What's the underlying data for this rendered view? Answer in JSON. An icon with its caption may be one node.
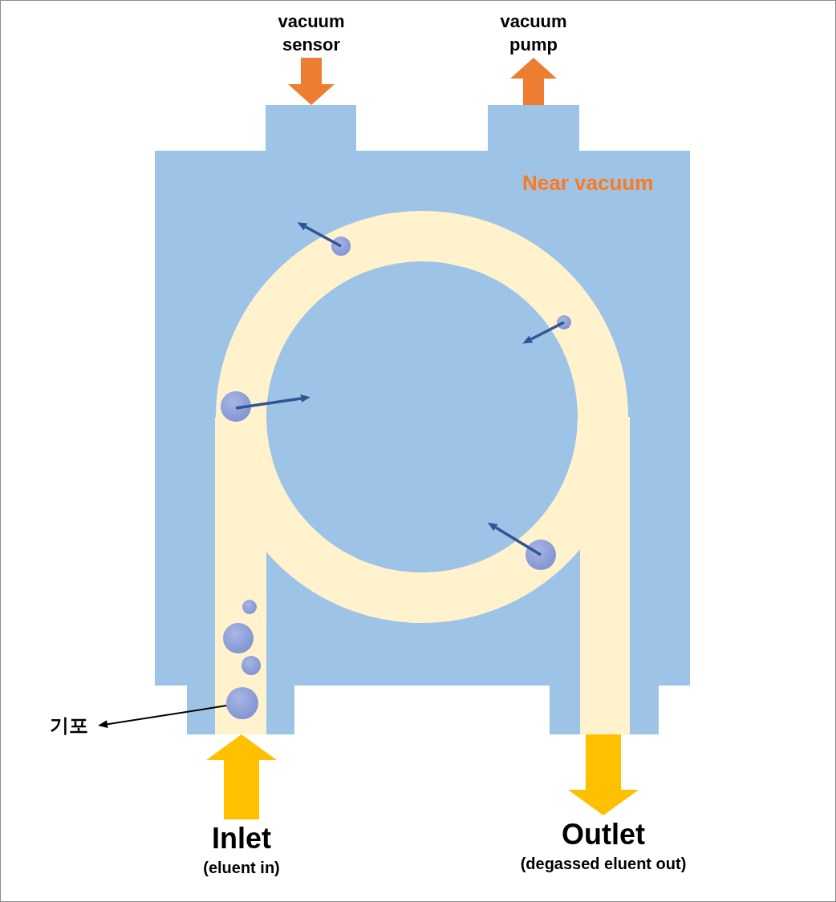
{
  "diagram": {
    "nodes": [
      {
        "text": [
          "vacuum sensor"
        ]
      },
      {
        "text": [
          "vacuum pump"
        ]
      },
      {
        "text": [
          "Near vacuum"
        ]
      },
      {
        "text": [],
        "shape": "circle",
        "in": 2
      },
      {
        "text": [],
        "shape": "circle",
        "in": 2
      },
      {
        "text": [],
        "shape": "circle",
        "in": 2
      },
      {
        "text": [],
        "shape": "circle",
        "in": 2
      },
      {
        "text": [],
        "shape": "circle",
        "in": 2
      },
      {
        "text": [],
        "shape": "circle",
        "in": 2
      },
      {
        "text": [],
        "shape": "circle",
        "in": 2
      },
      {
        "text": [],
        "shape": "circle",
        "in": 2
      },
      {
        "text": [
          "기포"
        ]
      },
      {
        "text": [
          "Inlet",
          "(eluent in)"
        ]
      },
      {
        "text": [
          "Outlet",
          "(degassed eluent out)"
        ]
      }
    ],
    "edges": [
      {
        "from": 0,
        "to": 2,
        "arrow": "to",
        "color": "#ed7d31"
      },
      {
        "from": 2,
        "to": 1,
        "arrow": "to",
        "color": "#ed7d31"
      },
      {
        "from": 10,
        "to": 11,
        "arrow": "to",
        "color": "#000000"
      },
      {
        "from": 12,
        "to": 2,
        "arrow": "to",
        "color": "#ffc000"
      },
      {
        "from": 2,
        "to": 13,
        "arrow": "to",
        "color": "#ffc000"
      }
    ]
  }
}
